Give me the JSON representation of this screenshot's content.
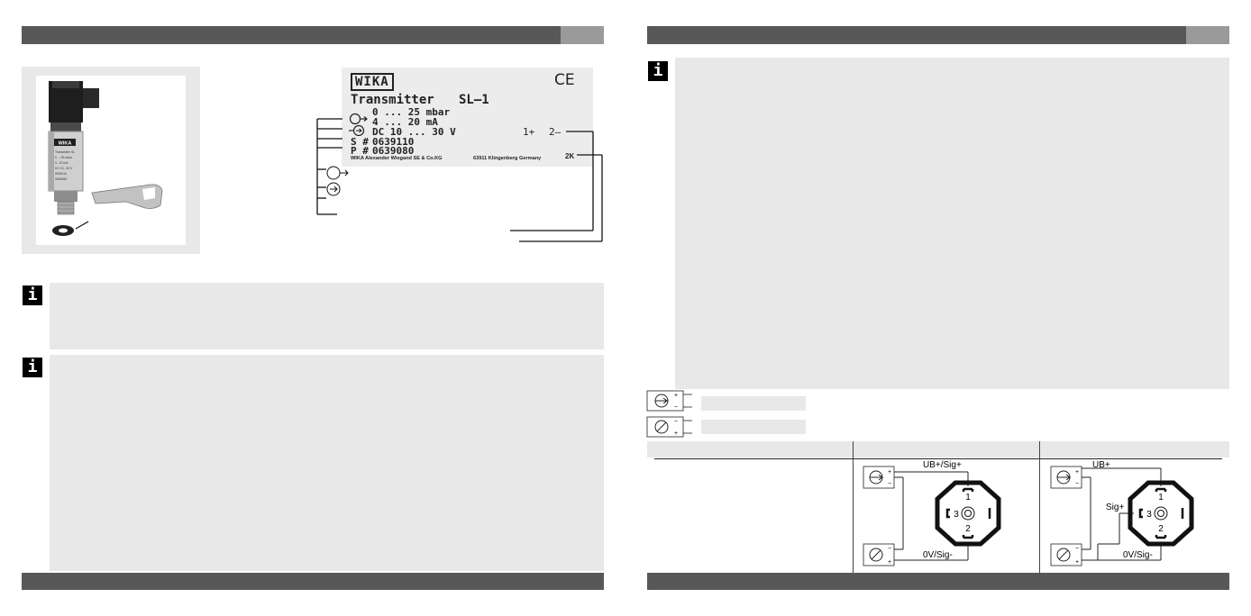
{
  "plate": {
    "brand": "WIKA",
    "ce": "CE",
    "model_label": "Transmitter",
    "model": "SL—1",
    "range": "0 ... 25 mbar",
    "output": "4 ... 20 mA",
    "supply": "DC 10 ... 30 V",
    "pin_pos": "1+",
    "pin_neg": "2—",
    "serial_label": "S #",
    "serial": "0639110",
    "product_label": "P #",
    "product": "0639080",
    "maker": "WIKA Alexander Wiegand SE & Co.KG",
    "address": "63911 Klingenberg  Germany",
    "date_code": "2K"
  },
  "product_photo": {
    "housing_label": "WIKA",
    "sticker_lines": [
      "Transmitter SL",
      "0 ... 25 mbar",
      "4...20 mA",
      "DC 10...30 V",
      "0639110",
      "0639080"
    ]
  },
  "wiring": {
    "ub_sig_pos": "UB+/Sig+",
    "ov_sig_neg": "0V/Sig-",
    "ub_pos": "UB+",
    "sig_pos": "Sig+",
    "ov_sig_neg_2": "0V/Sig-",
    "pin1": "1",
    "pin2": "2",
    "pin3": "3",
    "pin1b": "1",
    "pin2b": "2",
    "pin3b": "3",
    "plus": "+",
    "minus": "−"
  },
  "info_icon_glyph": "i",
  "colors": {
    "bar": "#585858",
    "bar_tab": "#9a9a9a",
    "panel": "#e8e8e8"
  }
}
